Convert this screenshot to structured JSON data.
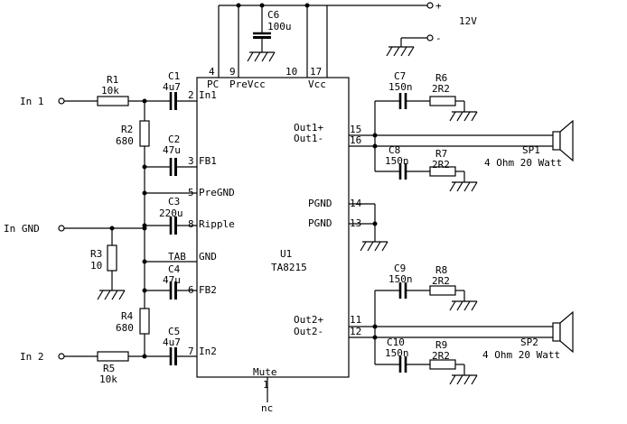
{
  "supply": {
    "plus": "+",
    "minus": "-",
    "voltage": "12V"
  },
  "inputs": {
    "in1": "In 1",
    "gnd": "In GND",
    "in2": "In 2"
  },
  "ic": {
    "ref": "U1",
    "part": "TA8215"
  },
  "pins": {
    "pc": "PC",
    "prevcc": "PreVcc",
    "vcc": "Vcc",
    "in1": "In1",
    "fb1": "FB1",
    "pregnd": "PreGND",
    "ripple": "Ripple",
    "gnd": "GND",
    "tab": "TAB",
    "fb2": "FB2",
    "in2": "In2",
    "out1p": "Out1+",
    "out1m": "Out1-",
    "pgnd_a": "PGND",
    "pgnd_b": "PGND",
    "out2p": "Out2+",
    "out2m": "Out2-",
    "mute": "Mute",
    "nc": "nc",
    "n4": "4",
    "n9": "9",
    "n10": "10",
    "n17": "17",
    "n2": "2",
    "n3": "3",
    "n5": "5",
    "n8": "8",
    "n6": "6",
    "n7": "7",
    "n15": "15",
    "n16": "16",
    "n14": "14",
    "n13": "13",
    "n11": "11",
    "n12": "12",
    "n1": "1"
  },
  "components": {
    "r1": {
      "ref": "R1",
      "value": "10k"
    },
    "r2": {
      "ref": "R2",
      "value": "680"
    },
    "r3": {
      "ref": "R3",
      "value": "10"
    },
    "r4": {
      "ref": "R4",
      "value": "680"
    },
    "r5": {
      "ref": "R5",
      "value": "10k"
    },
    "c1": {
      "ref": "C1",
      "value": "4u7"
    },
    "c2": {
      "ref": "C2",
      "value": "47u"
    },
    "c3": {
      "ref": "C3",
      "value": "220u"
    },
    "c4": {
      "ref": "C4",
      "value": "47u"
    },
    "c5": {
      "ref": "C5",
      "value": "4u7"
    },
    "c6": {
      "ref": "C6",
      "value": "100u"
    },
    "c7": {
      "ref": "C7",
      "value": "150n"
    },
    "c8": {
      "ref": "C8",
      "value": "150n"
    },
    "c9": {
      "ref": "C9",
      "value": "150n"
    },
    "c10": {
      "ref": "C10",
      "value": "150n"
    },
    "r6": {
      "ref": "R6",
      "value": "2R2"
    },
    "r7": {
      "ref": "R7",
      "value": "2R2"
    },
    "r8": {
      "ref": "R8",
      "value": "2R2"
    },
    "r9": {
      "ref": "R9",
      "value": "2R2"
    }
  },
  "speakers": {
    "sp1": {
      "ref": "SP1",
      "spec": "4 Ohm 20 Watt"
    },
    "sp2": {
      "ref": "SP2",
      "spec": "4 Ohm 20 Watt"
    }
  }
}
